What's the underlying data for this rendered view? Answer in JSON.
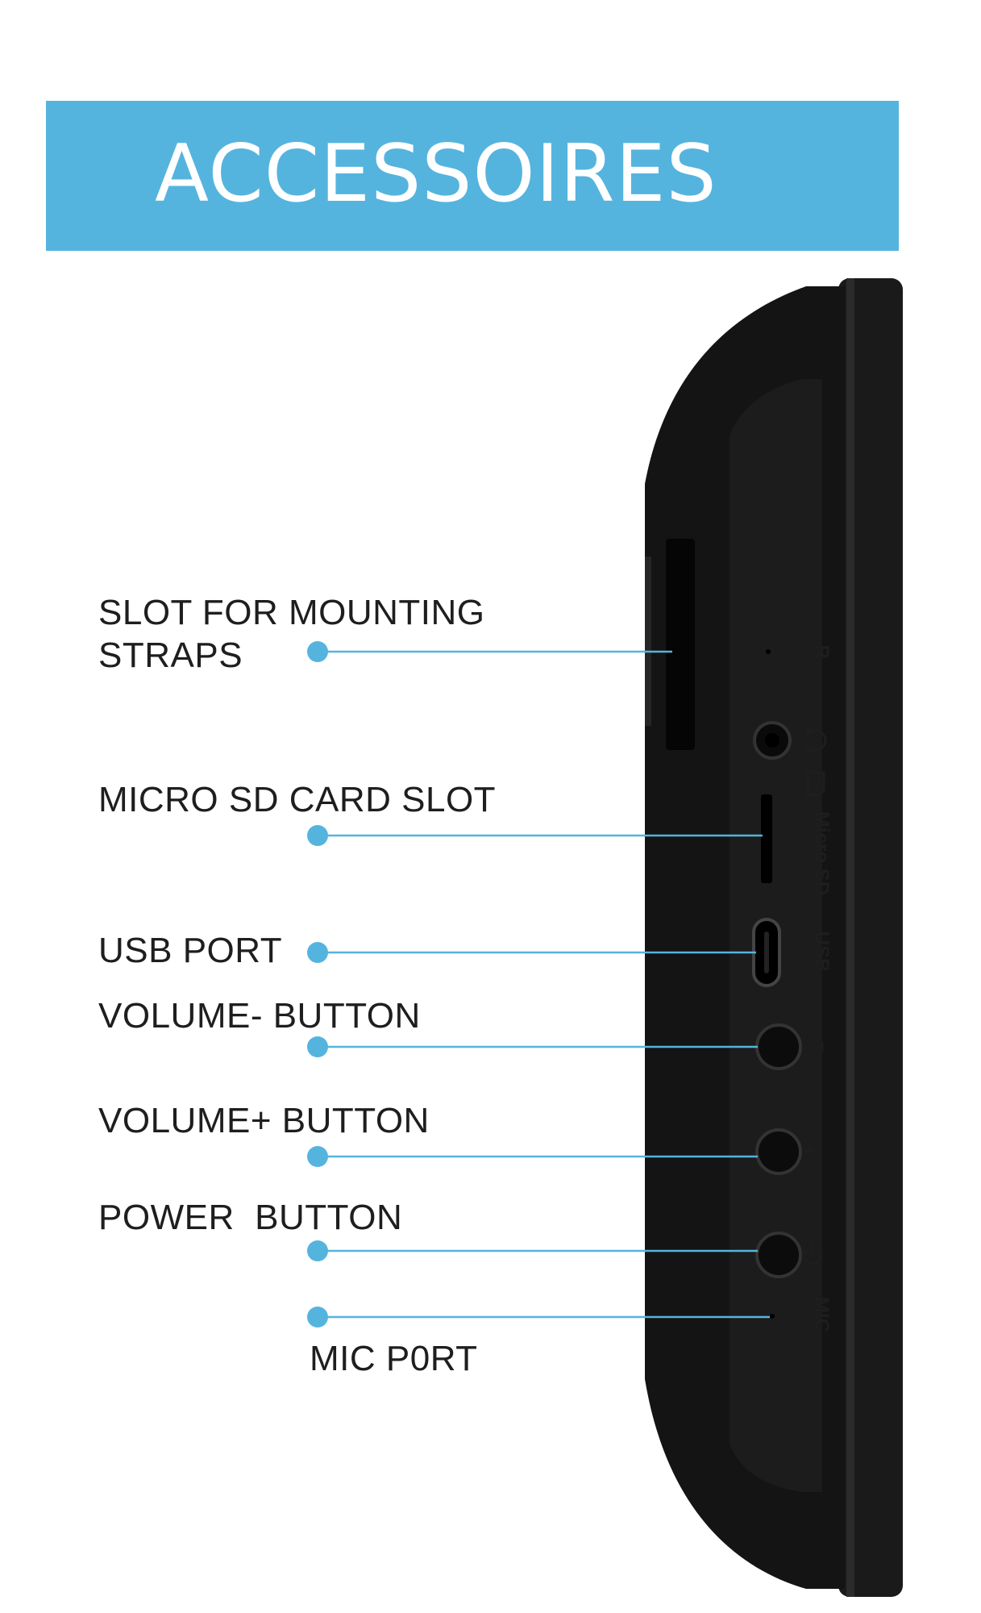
{
  "banner": {
    "title": "ACCESSOIRES"
  },
  "colors": {
    "accent": "#55b4de",
    "device_body": "#141414",
    "text": "#1e1e1e"
  },
  "callouts": [
    {
      "id": "slot-mounting-straps",
      "line1": "SLOT FOR MOUNTING",
      "line2": "STRAPS"
    },
    {
      "id": "micro-sd-card-slot",
      "line1": "MICRO SD CARD SLOT"
    },
    {
      "id": "usb-port",
      "line1": "USB PORT"
    },
    {
      "id": "volume-minus-button",
      "line1": "VOLUME- BUTTON"
    },
    {
      "id": "volume-plus-button",
      "line1": "VOLUME+ BUTTON"
    },
    {
      "id": "power-button",
      "line1": "POWER  BUTTON"
    },
    {
      "id": "mic-port",
      "line1": "MIC P0RT"
    }
  ],
  "device_labels": {
    "r": "R",
    "micro_sd": "Micro SD",
    "usb": "USB",
    "minus": "−",
    "plus": "+",
    "mic": "MIC"
  },
  "icons": [
    "headphone-icon",
    "sd-card-icon",
    "power-icon"
  ]
}
